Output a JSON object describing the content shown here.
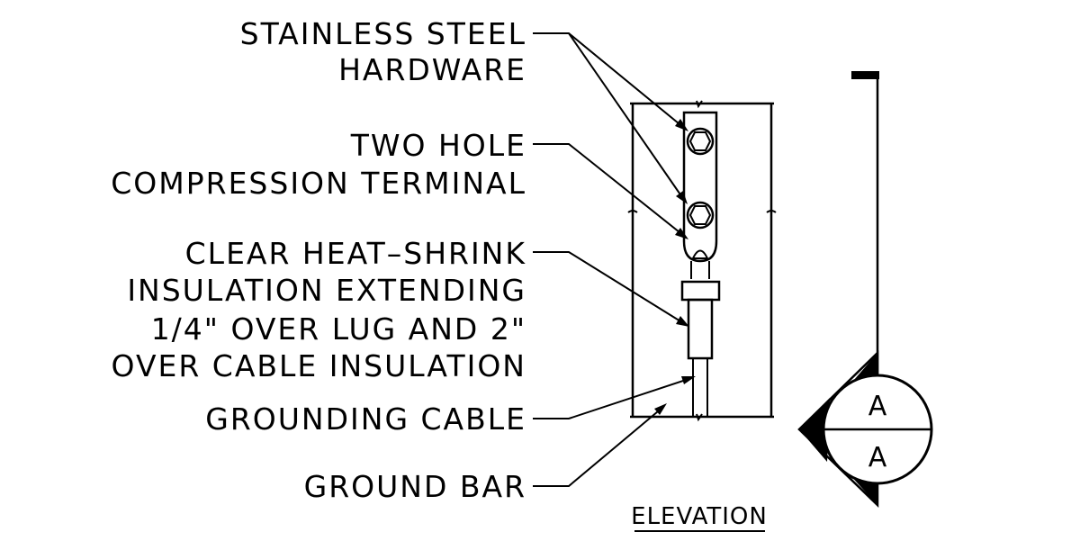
{
  "labels": {
    "stainless_line1": "STAINLESS STEEL",
    "stainless_line2": "HARDWARE",
    "terminal_line1": "TWO HOLE",
    "terminal_line2": "COMPRESSION TERMINAL",
    "shrink_line1": "CLEAR HEAT–SHRINK",
    "shrink_line2": "INSULATION EXTENDING",
    "shrink_line3": "1/4\" OVER LUG AND 2\"",
    "shrink_line4": "OVER CABLE INSULATION",
    "grounding_cable": "GROUNDING CABLE",
    "ground_bar": "GROUND BAR"
  },
  "view_title": "ELEVATION",
  "section_marker": {
    "top": "A",
    "bottom": "A"
  },
  "colors": {
    "line": "#000000",
    "background": "#ffffff"
  }
}
